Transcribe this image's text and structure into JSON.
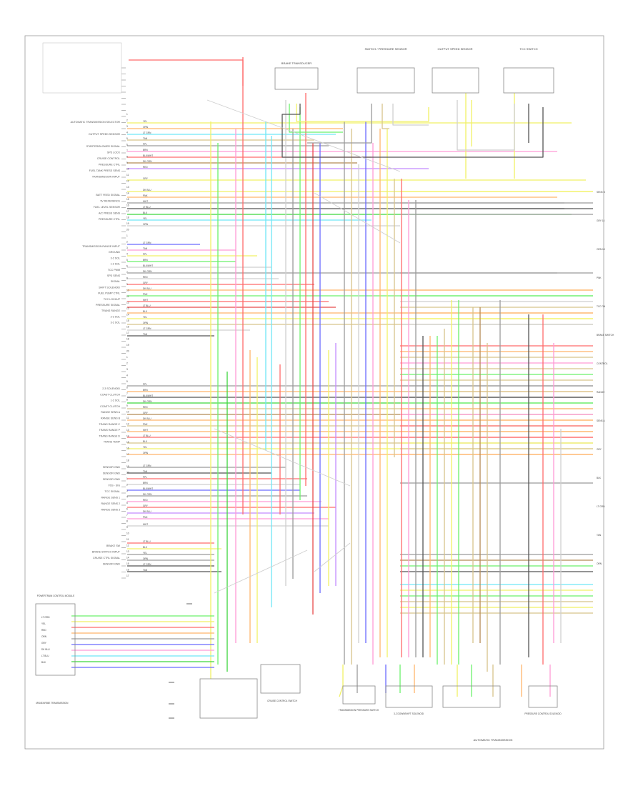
{
  "diagram": {
    "left_labels_a": [
      "AUTOMATIC TRANSMISSION SELECTOR",
      "",
      "OUTPUT SPEED SENSOR",
      "",
      "STARTER/BLOWER SIGNAL",
      "SPD LOCK",
      "CRUISE CONTROL",
      "PRESSURE CTRL",
      "FUEL TANK PRESS SENS",
      "TRANSMISSION INPUT",
      "",
      "",
      "BATT FEED SIGNAL",
      "5V REFERENCE",
      "FUEL LEVEL SENSOR",
      "A/C PRESS SENS",
      "PRESSURE CTRL"
    ],
    "left_labels_b": [
      "TRANSMISSION RANGE INPUT",
      "GROUND",
      "3-2 SOL",
      "1-2 SOL",
      "TCC PWM",
      "SPD SENS",
      "SIGNAL",
      "SHIFT SOLENOID",
      "FUEL PUMP CTRL",
      "TCC LOCKUP",
      "PRESSURE SIGNAL",
      "TRANS RANGE",
      "2-3 SOL",
      "3-2 SOL"
    ],
    "left_labels_c": [
      "2-3 SOLENOID",
      "COAST CLUTCH",
      "1-2 SOL",
      "COAST CLUTCH",
      "RANGE SENS A",
      "RANGE SENS B",
      "TRANS RANGE C",
      "TRANS RANGE P",
      "TRANS RANGE D",
      "TRANS TEMP"
    ],
    "left_labels_d": [
      "SENSOR GND",
      "SENSOR GND",
      "SENSOR GND",
      "VSS - SIG",
      "TCC SIGNAL",
      "RANGE SENS 1",
      "RANGE SENS 2",
      "RANGE SENS 3"
    ],
    "left_labels_e": [
      "BRAKE SW",
      "BRAKE SWITCH INPUT",
      "CRUISE CTRL SIGNAL",
      "SENSOR GND"
    ],
    "pin_labels": [
      "1",
      "2",
      "3",
      "4",
      "5",
      "6",
      "7",
      "8",
      "9",
      "10",
      "11",
      "12",
      "13",
      "14",
      "15",
      "16",
      "17",
      "18",
      "19",
      "20"
    ],
    "wire_codes": [
      "YEL",
      "ORN",
      "LT GRN",
      "TAN",
      "PPL",
      "BRN",
      "BLK/WHT",
      "DK GRN",
      "RED",
      "GRY",
      "DK BLU",
      "PNK",
      "WHT",
      "LT BLU",
      "BLK"
    ],
    "top_components": [
      "BRAKE TRANSDUCER",
      "SWITCH / PRESSURE SENSOR",
      "OUTPUT SPEED SENSOR",
      "TCC SWITCH"
    ],
    "right_labels": [
      "SENS B",
      "GRY 14",
      "ORN 18",
      "PNK",
      "TCC ON",
      "BRAKE SWITCH",
      "CONTROL",
      "RANGE",
      "SENS A",
      "GRY",
      "BLK",
      "LT GRN",
      "TAN",
      "ORN"
    ],
    "bottom_boxes": [
      "TRANSMISSION PRESSURE SWITCH",
      "3-2 DOWNSHIFT SOLENOID",
      "",
      "PRESSURE CONTROL SOLENOID"
    ],
    "bottom_center_label": "CRUISE CONTROL SWITCH",
    "bottom_right_label": "AUTOMATIC TRANSMISSION",
    "bottom_left_caption": "4R44E/4R55E TRANSMISSION",
    "page_ref": "",
    "connector_box_title": "POWERTRAIN CONTROL MODULE",
    "connector_rows": [
      "LT GRN",
      "YEL",
      "RED",
      "ORN",
      "GRY",
      "DK BLU",
      "LT BLU",
      "BLK"
    ]
  }
}
